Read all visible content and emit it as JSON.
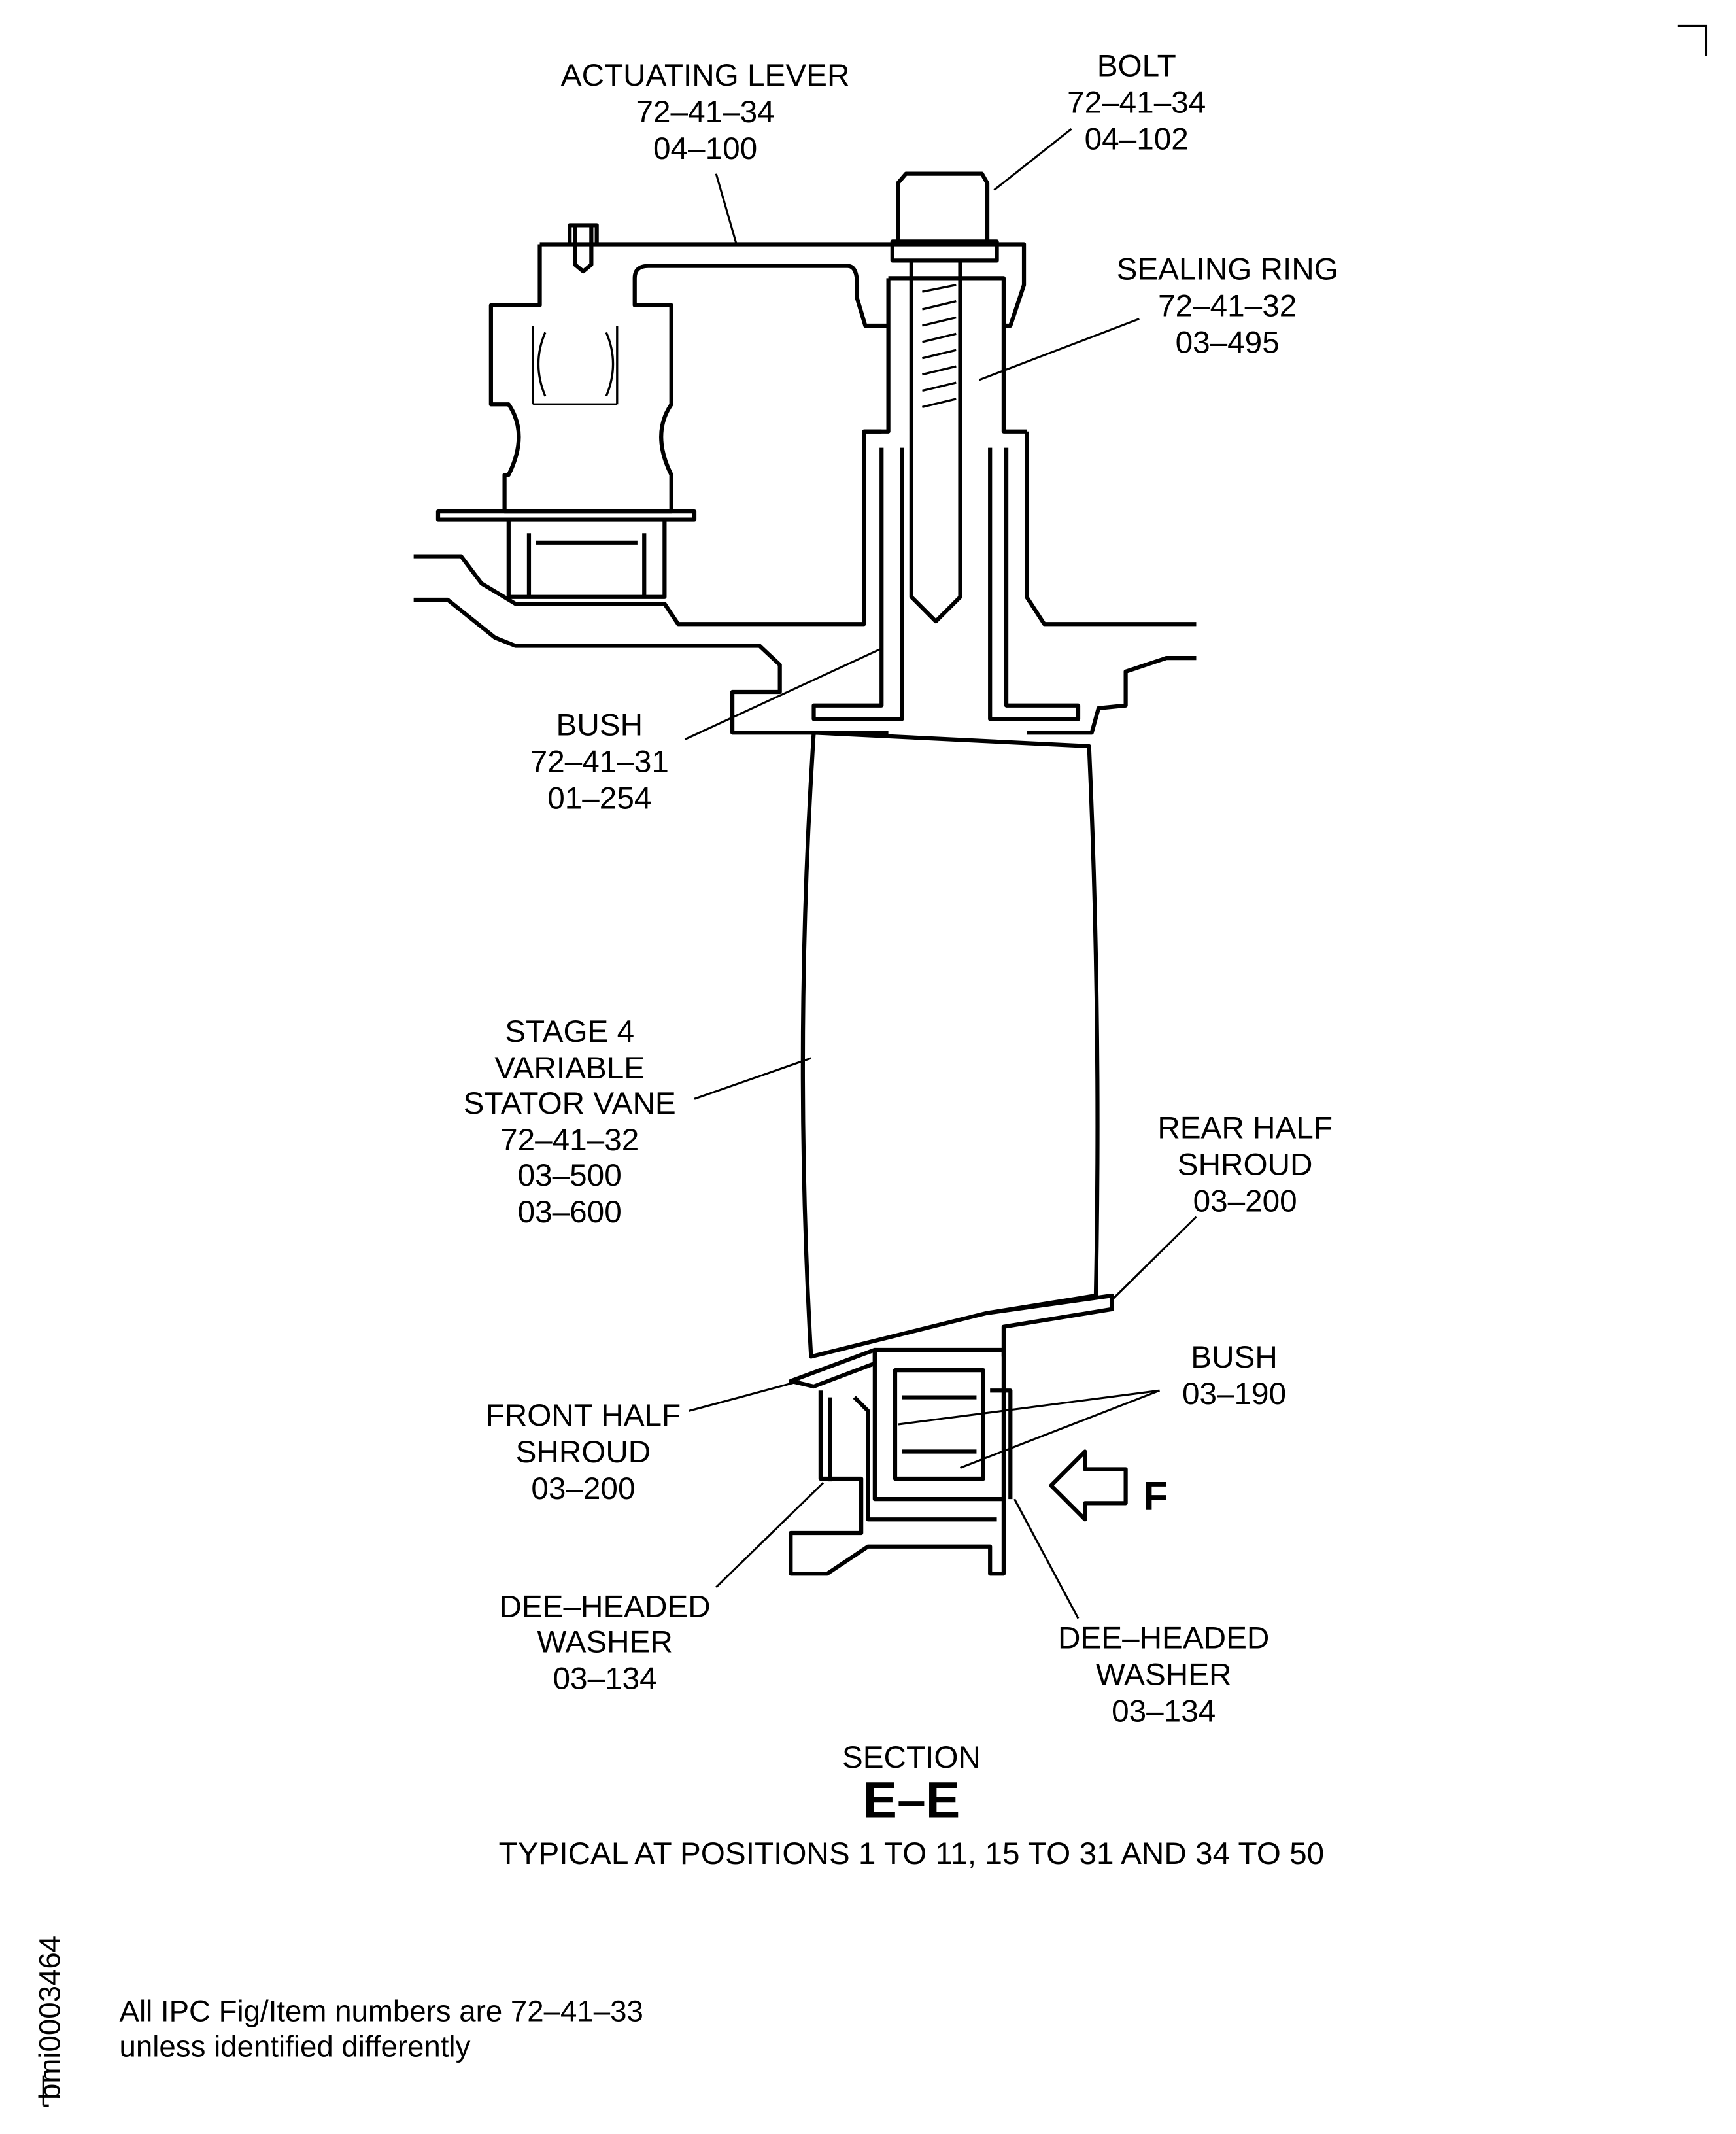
{
  "labels": {
    "actuating_lever": [
      "ACTUATING LEVER",
      "72–41–34",
      "04–100"
    ],
    "bolt": [
      "BOLT",
      "72–41–34",
      "04–102"
    ],
    "sealing_ring": [
      "SEALING RING",
      "72–41–32",
      "03–495"
    ],
    "bush_upper": [
      "BUSH",
      "72–41–31",
      "01–254"
    ],
    "stator_vane": [
      "STAGE 4",
      "VARIABLE",
      "STATOR VANE",
      "72–41–32",
      "03–500",
      "03–600"
    ],
    "rear_half_shroud": [
      "REAR HALF",
      "SHROUD",
      "03–200"
    ],
    "bush_lower": [
      "BUSH",
      "03–190"
    ],
    "view_arrow": "F",
    "front_half_shroud": [
      "FRONT HALF",
      "SHROUD",
      "03–200"
    ],
    "dee_washer_left": [
      "DEE–HEADED",
      "WASHER",
      "03–134"
    ],
    "dee_washer_right": [
      "DEE–HEADED",
      "WASHER",
      "03–134"
    ]
  },
  "section": {
    "caption": "SECTION",
    "id": "E–E",
    "note": "TYPICAL AT POSITIONS 1 TO 11, 15 TO 31 AND 34 TO 50"
  },
  "footer": {
    "note_lines": [
      "All IPC Fig/Item numbers are 72–41–33",
      "unless identified differently"
    ],
    "figure_id": "bmi0003464"
  }
}
